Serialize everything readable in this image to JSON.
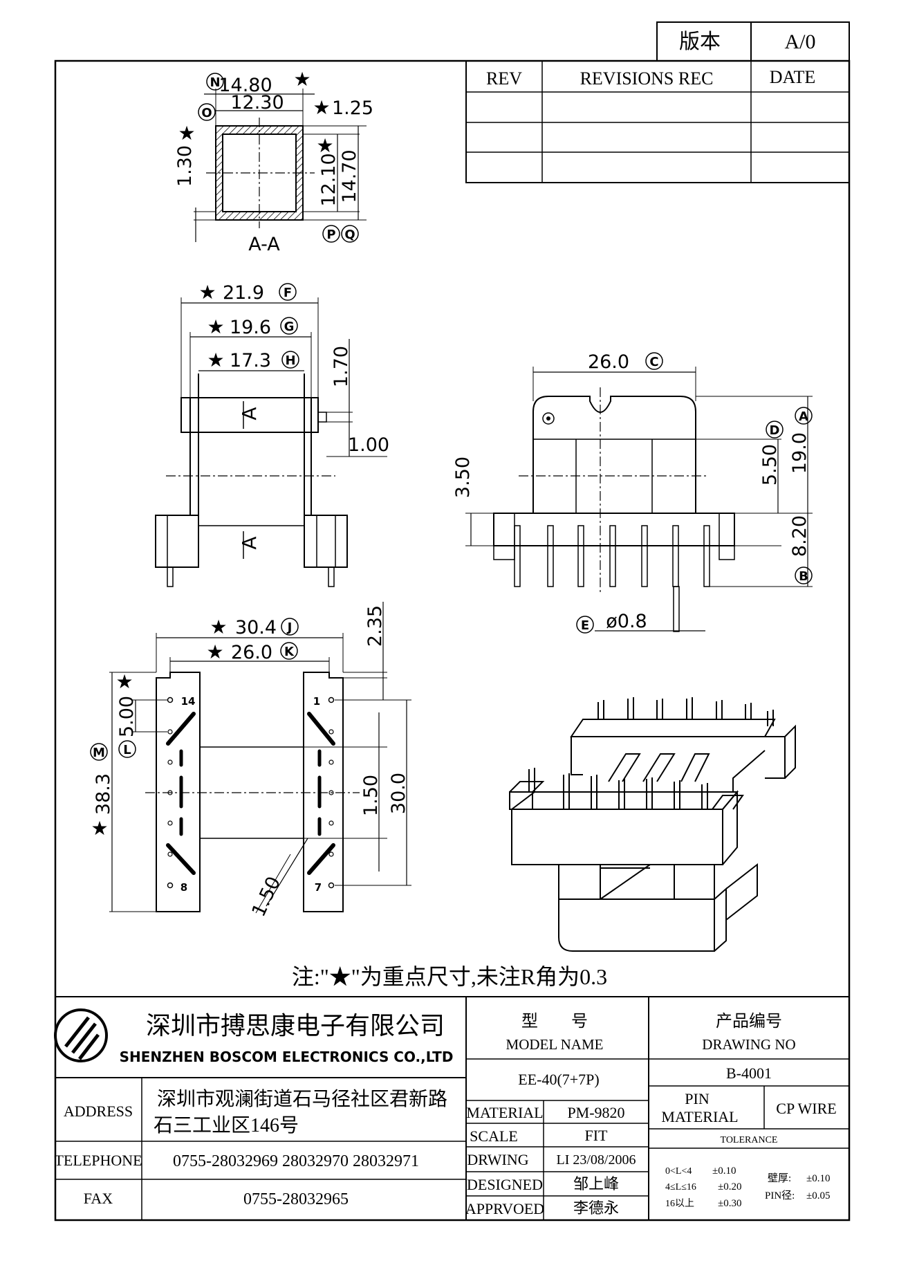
{
  "version_box": {
    "label": "版本",
    "value": "A/0"
  },
  "revisions": {
    "rev_header": "REV",
    "rec_header": "REVISIONS REC",
    "date_header": "DATE"
  },
  "section_view": {
    "label": "A-A",
    "dim_outer_width": "14.80",
    "dim_inner_width": "12.30",
    "dim_wall": "1.25",
    "dim_wall_left": "1.30",
    "dim_inner_height": "12.10",
    "dim_outer_height": "14.70",
    "marks": {
      "n": "N",
      "o": "O",
      "p": "P",
      "q": "Q"
    },
    "star": "★"
  },
  "side_view": {
    "dim_f": "21.9",
    "dim_g": "19.6",
    "dim_h": "17.3",
    "dim_top": "1.70",
    "dim_step": "1.00",
    "section_mark": "A",
    "marks": {
      "f": "F",
      "g": "G",
      "h": "H"
    }
  },
  "front_view": {
    "dim_c": "26.0",
    "dim_left": "3.50",
    "dim_d": "5.50",
    "dim_a": "19.0",
    "dim_b": "8.20",
    "dim_pin": "ø0.8",
    "marks": {
      "a": "A",
      "b": "B",
      "c": "C",
      "d": "D",
      "e": "E"
    }
  },
  "bottom_view": {
    "dim_j": "30.4",
    "dim_k": "26.0",
    "dim_top": "2.35",
    "dim_l": "5.00",
    "dim_m": "38.3",
    "dim_mid": "1.50",
    "dim_right": "30.0",
    "dim_diag": "1.50",
    "pins": {
      "p14": "14",
      "p1": "1",
      "p8": "8",
      "p7": "7"
    },
    "marks": {
      "j": "J",
      "k": "K",
      "l": "L",
      "m": "M"
    }
  },
  "note": "注:\"★\"为重点尺寸,未注R角为0.3",
  "company": {
    "name_cn": "深圳市搏思康电子有限公司",
    "name_en": "SHENZHEN BOSCOM ELECTRONICS CO.,LTD"
  },
  "contact": {
    "address_label": "ADDRESS",
    "address_line1": "深圳市观澜街道石马径社区君新路",
    "address_line2": "石三工业区146号",
    "telephone_label": "TELEPHONE",
    "telephone": "0755-28032969 28032970 28032971",
    "fax_label": "FAX",
    "fax": "0755-28032965"
  },
  "model": {
    "label_cn": "型　　号",
    "label_en": "MODEL NAME",
    "value": "EE-40(7+7P)"
  },
  "drawing_no": {
    "label_cn": "产品编号",
    "label_en": "DRAWING NO",
    "value": "B-4001"
  },
  "specs": {
    "material_label": "MATERIAL",
    "material": "PM-9820",
    "scale_label": "SCALE",
    "scale": "FIT",
    "drawing_label": "DRWING",
    "drawing": "LI 23/08/2006",
    "designed_label": "DESIGNED",
    "designed": "邹上峰",
    "approved_label": "APPRVOED",
    "approved": "李德永"
  },
  "pin": {
    "label_line1": "PIN",
    "label_line2": "MATERIAL",
    "value": "CP WIRE"
  },
  "tolerance": {
    "label": "TOLERANCE",
    "r1_range": "0<L<4",
    "r1_val": "±0.10",
    "r2_range": "4≤L≤16",
    "r2_val": "±0.20",
    "r3_range": "16以上",
    "r3_val": "±0.30",
    "wall_label": "壁厚:",
    "wall_val": "±0.10",
    "pin_label": "PIN径:",
    "pin_val": "±0.05"
  }
}
